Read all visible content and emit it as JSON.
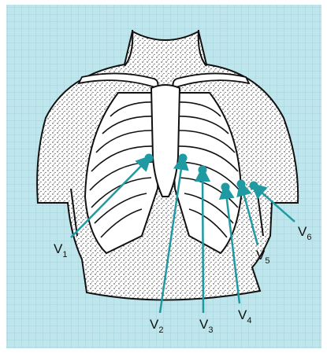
{
  "figure": {
    "background_color": "#bfe6ec",
    "grid_color": "#a7d6df",
    "body_color": "#ffffff",
    "outline_color": "#111111",
    "electrode_color": "#1f9aa3",
    "arrow_color": "#1f9aa3"
  },
  "leads": [
    {
      "id": "V1",
      "letter": "V",
      "sub": "1"
    },
    {
      "id": "V2",
      "letter": "V",
      "sub": "2"
    },
    {
      "id": "V3",
      "letter": "V",
      "sub": "3"
    },
    {
      "id": "V4",
      "letter": "V",
      "sub": "4"
    },
    {
      "id": "V5",
      "letter": "V",
      "sub": "5"
    },
    {
      "id": "V6",
      "letter": "V",
      "sub": "6"
    }
  ]
}
